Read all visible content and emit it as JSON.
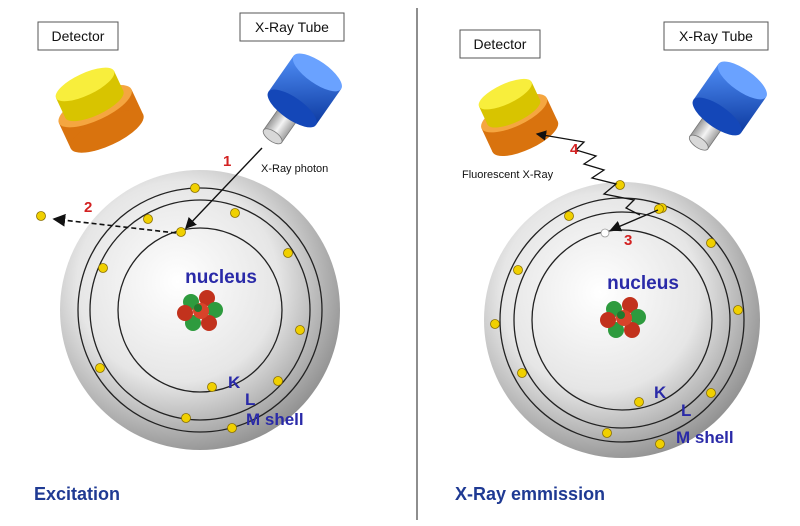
{
  "left_panel": {
    "detector_label": "Detector",
    "tube_label": "X-Ray Tube",
    "step_1": "1",
    "photon_label": "X-Ray photon",
    "step_2": "2",
    "nucleus_label": "nucleus",
    "shell_k": "K",
    "shell_l": "L",
    "shell_m": "M shell",
    "caption": "Excitation"
  },
  "right_panel": {
    "detector_label": "Detector",
    "tube_label": "X-Ray Tube",
    "step_4": "4",
    "fluorescent_label": "Fluorescent X-Ray",
    "step_3": "3",
    "nucleus_label": "nucleus",
    "shell_k": "K",
    "shell_l": "L",
    "shell_m": "M shell",
    "caption": "X-Ray emmission"
  },
  "colors": {
    "label_text": "#2a2aa8",
    "step_number": "#d32222",
    "electron": "#f0d000",
    "detector_top": "#f5e400",
    "detector_base": "#f08a1c",
    "tube": "#1f5fd0"
  }
}
